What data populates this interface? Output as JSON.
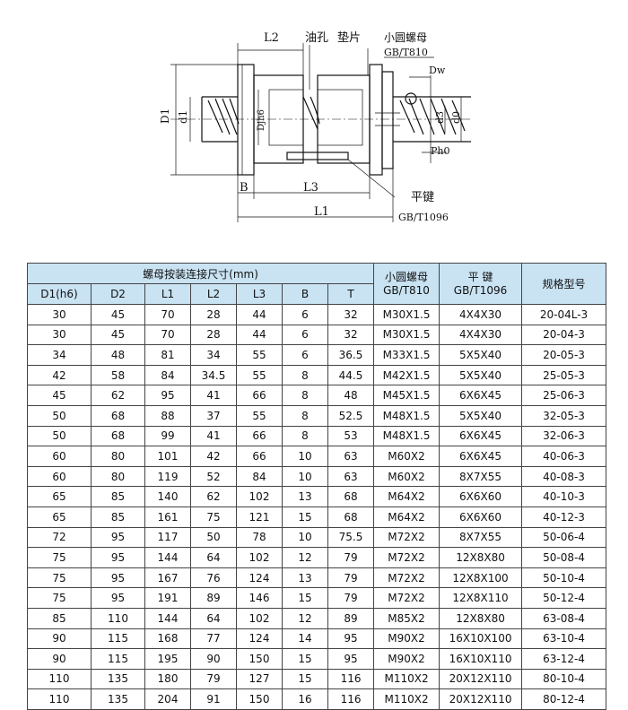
{
  "diagram": {
    "labels": {
      "l2": "L2",
      "oil_hole": "油孔",
      "shim": "垫片",
      "small_nut": "小圆螺母",
      "small_nut_std": "GB/T810",
      "dw": "Dw",
      "d1_outer": "D1",
      "d1_inner": "d1",
      "dj": "Djh6",
      "d3": "d3",
      "d0": "d0",
      "ph0": "Ph0",
      "b": "B",
      "l3": "L3",
      "key": "平键",
      "l1": "L1",
      "key_std": "GB/T1096"
    }
  },
  "table": {
    "group_header": "螺母按装连接尺寸(mm)",
    "columns": {
      "d1h6": "D1(h6)",
      "d2": "D2",
      "l1": "L1",
      "l2": "L2",
      "l3": "L3",
      "b": "B",
      "t": "T",
      "nut": "小圆螺母 GB/T810",
      "key": "平 键 GB/T1096",
      "model": "规格型号"
    },
    "rows": [
      [
        "30",
        "45",
        "70",
        "28",
        "44",
        "6",
        "32",
        "M30X1.5",
        "4X4X30",
        "20-04L-3"
      ],
      [
        "30",
        "45",
        "70",
        "28",
        "44",
        "6",
        "32",
        "M30X1.5",
        "4X4X30",
        "20-04-3"
      ],
      [
        "34",
        "48",
        "81",
        "34",
        "55",
        "6",
        "36.5",
        "M33X1.5",
        "5X5X40",
        "20-05-3"
      ],
      [
        "42",
        "58",
        "84",
        "34.5",
        "55",
        "8",
        "44.5",
        "M42X1.5",
        "5X5X40",
        "25-05-3"
      ],
      [
        "45",
        "62",
        "95",
        "41",
        "66",
        "8",
        "48",
        "M45X1.5",
        "6X6X45",
        "25-06-3"
      ],
      [
        "50",
        "68",
        "88",
        "37",
        "55",
        "8",
        "52.5",
        "M48X1.5",
        "5X5X40",
        "32-05-3"
      ],
      [
        "50",
        "68",
        "99",
        "41",
        "66",
        "8",
        "53",
        "M48X1.5",
        "6X6X45",
        "32-06-3"
      ],
      [
        "60",
        "80",
        "101",
        "42",
        "66",
        "10",
        "63",
        "M60X2",
        "6X6X45",
        "40-06-3"
      ],
      [
        "60",
        "80",
        "119",
        "52",
        "84",
        "10",
        "63",
        "M60X2",
        "8X7X55",
        "40-08-3"
      ],
      [
        "65",
        "85",
        "140",
        "62",
        "102",
        "13",
        "68",
        "M64X2",
        "6X6X60",
        "40-10-3"
      ],
      [
        "65",
        "85",
        "161",
        "75",
        "121",
        "15",
        "68",
        "M64X2",
        "6X6X60",
        "40-12-3"
      ],
      [
        "72",
        "95",
        "117",
        "50",
        "78",
        "10",
        "75.5",
        "M72X2",
        "8X7X55",
        "50-06-4"
      ],
      [
        "75",
        "95",
        "144",
        "64",
        "102",
        "12",
        "79",
        "M72X2",
        "12X8X80",
        "50-08-4"
      ],
      [
        "75",
        "95",
        "167",
        "76",
        "124",
        "13",
        "79",
        "M72X2",
        "12X8X100",
        "50-10-4"
      ],
      [
        "75",
        "95",
        "191",
        "89",
        "146",
        "15",
        "79",
        "M72X2",
        "12X8X110",
        "50-12-4"
      ],
      [
        "85",
        "110",
        "144",
        "64",
        "102",
        "12",
        "89",
        "M85X2",
        "12X8X80",
        "63-08-4"
      ],
      [
        "90",
        "115",
        "168",
        "77",
        "124",
        "14",
        "95",
        "M90X2",
        "16X10X100",
        "63-10-4"
      ],
      [
        "90",
        "115",
        "195",
        "90",
        "150",
        "15",
        "95",
        "M90X2",
        "16X10X110",
        "63-12-4"
      ],
      [
        "110",
        "135",
        "180",
        "79",
        "127",
        "15",
        "116",
        "M110X2",
        "20X12X110",
        "80-10-4"
      ],
      [
        "110",
        "135",
        "204",
        "91",
        "150",
        "16",
        "116",
        "M110X2",
        "20X12X110",
        "80-12-4"
      ]
    ]
  }
}
